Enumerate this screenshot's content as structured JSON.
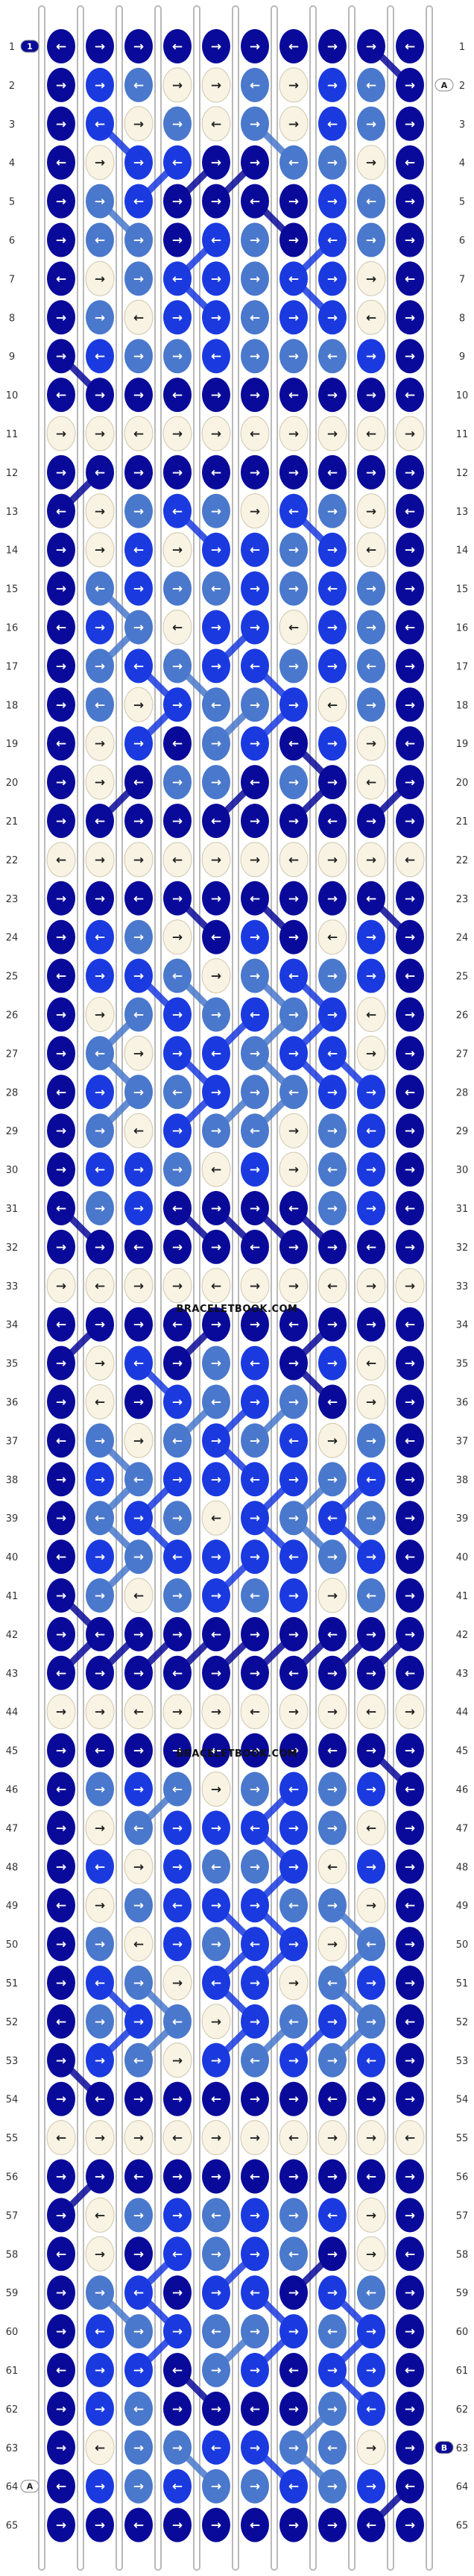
{
  "pattern": {
    "colors": {
      "A": "#f8f3e3",
      "B": "#0a0a9a",
      "C": "#1a3ae0",
      "D": "#4a78cc"
    },
    "strand_colors": [
      "B",
      "B",
      "B",
      "B",
      "B",
      "B",
      "B",
      "B",
      "B",
      "B",
      "B",
      "B",
      "B",
      "B",
      "B",
      "B",
      "B",
      "B",
      "B",
      "B"
    ],
    "rows": [
      "BBBBBBBBBB",
      "BCDAADACDB",
      "BCADADACDB",
      "BACCBBDDAB",
      "BDCBBBBCDB",
      "BDDBCDBCDB",
      "BADCCDCCAB",
      "BDACCDCCAB",
      "BCDDCDDDCB",
      "BBBBBBBBBB",
      "AAAAAAAAAA",
      "BBBBBBBBBB",
      "BADCDACDAB",
      "BACACCDCAB",
      "BDCDDCDCDB",
      "BCDACCACDB",
      "BDCDCCDCDB",
      "BDACDDCADB",
      "BACBDCBCAB",
      "BABDDBDBAB",
      "BBBBBBBBBB",
      "AAAAAAAAAA",
      "BBBBBBBBBB",
      "BCDABCBACB",
      "BCCDADCDCB",
      "BADCDCDCAB",
      "BDACCDCCAB",
      "BCDDCDDCCB",
      "BDACDDADCB",
      "BCCDACADCB",
      "BDCBBBBDCB",
      "BBBBBBBBBB",
      "AAAAAAAAAA",
      "BBBBBBBBBB",
      "BACBDCBCAB",
      "BABCDCDBAB",
      "BDADCDCADB",
      "BCDCCCCDCB",
      "BDCDACDCDB",
      "BCDCCCCDCB",
      "BDADCDCADB",
      "BBBBBBBBBB",
      "BBBBBBBBBB",
      "AAAAAAAAAA",
      "BBBBBBBBBB",
      "BDCDADCDCB",
      "BADCCCCDAB",
      "BCACDDCACB",
      "BADCCCDDAB",
      "BDACDCCADB",
      "BCDACCADCB",
      "BDCDACDCDB",
      "BCDACDCDCB",
      "BBBBBBBBBB",
      "AAAAAAAAAA",
      "BBBBBBBBBB",
      "BADCDCDCAB",
      "BABCDCDBAB",
      "BDCBCCBCDB",
      "BCDCDDCDCB",
      "BCCBDCBCCB",
      "BCDBBBBDCB",
      "BADDCCDDAB",
      "BCDCDDCDCB",
      "BBBBBBBBBB"
    ],
    "arrows": {
      "right": "→",
      "left": "←"
    },
    "start_labels": {
      "left_top": "1",
      "right_a": "A",
      "right_b": "B",
      "left_a": "A"
    },
    "watermark": "BRACELETBOOK.COM"
  }
}
